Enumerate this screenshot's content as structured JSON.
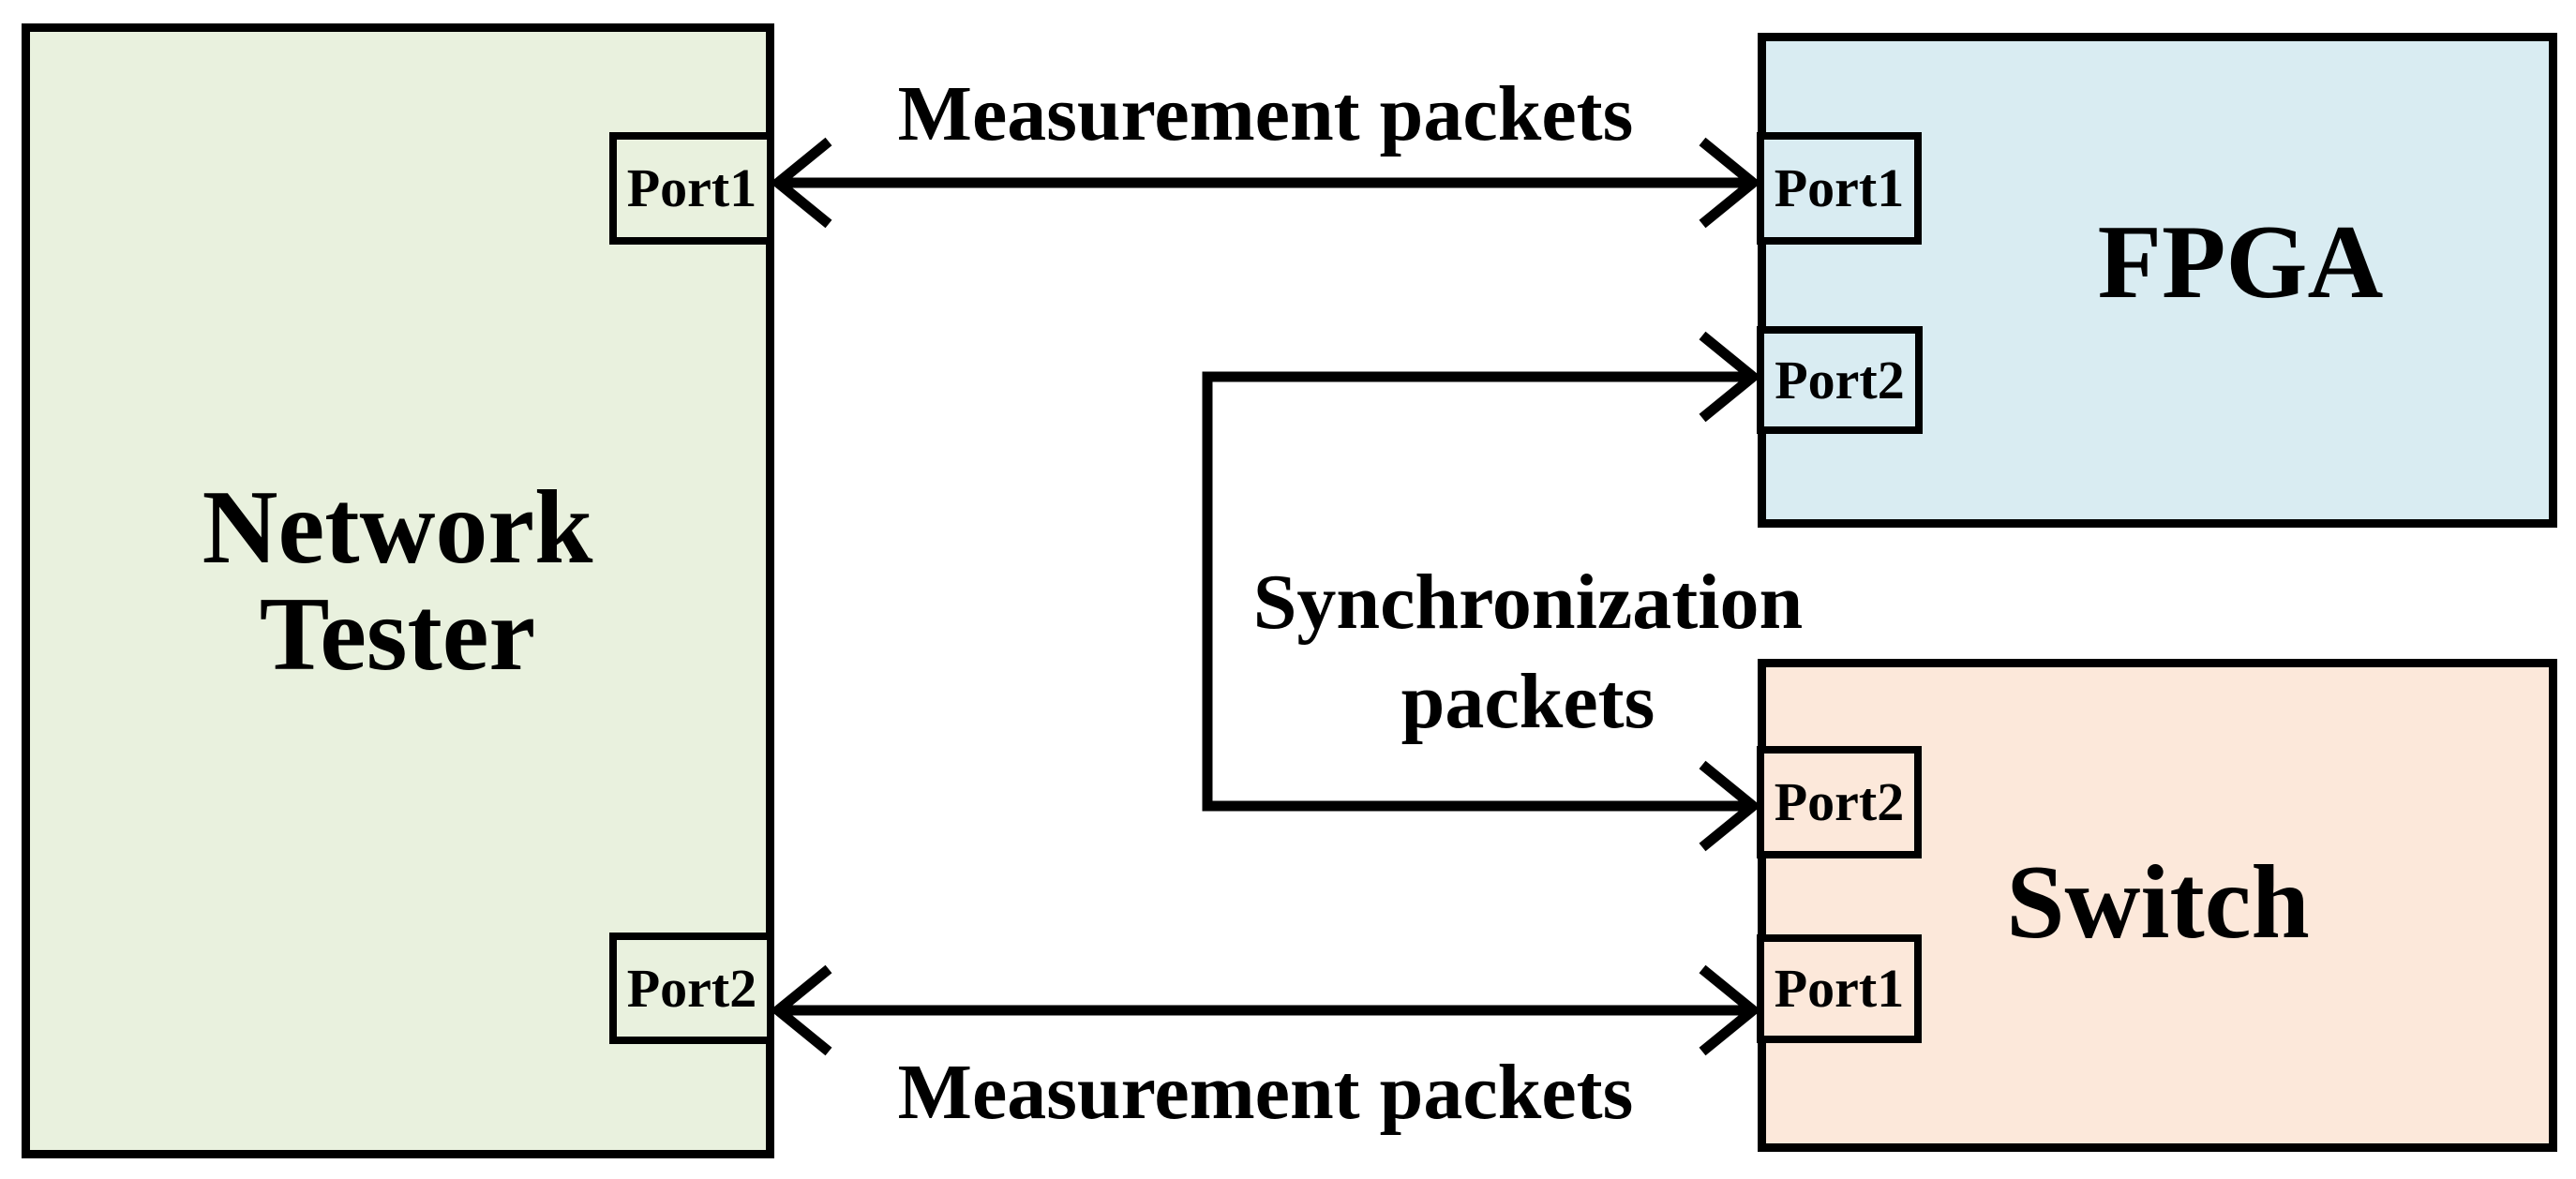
{
  "diagram": {
    "devices": {
      "network_tester": {
        "label_line1": "Network",
        "label_line2": "Tester",
        "port1": "Port1",
        "port2": "Port2",
        "fill": "#e9f1de"
      },
      "fpga": {
        "label": "FPGA",
        "port1": "Port1",
        "port2": "Port2",
        "fill": "#d9ecf2"
      },
      "switch": {
        "label": "Switch",
        "port1": "Port1",
        "port2": "Port2",
        "fill": "#fce8da"
      }
    },
    "connections": {
      "top_measurement": {
        "label": "Measurement packets"
      },
      "bottom_measurement": {
        "label": "Measurement packets"
      },
      "synchronization": {
        "label_line1": "Synchronization",
        "label_line2": "packets"
      }
    },
    "colors": {
      "line": "#000000",
      "border": "#000000",
      "background": "#ffffff"
    }
  }
}
